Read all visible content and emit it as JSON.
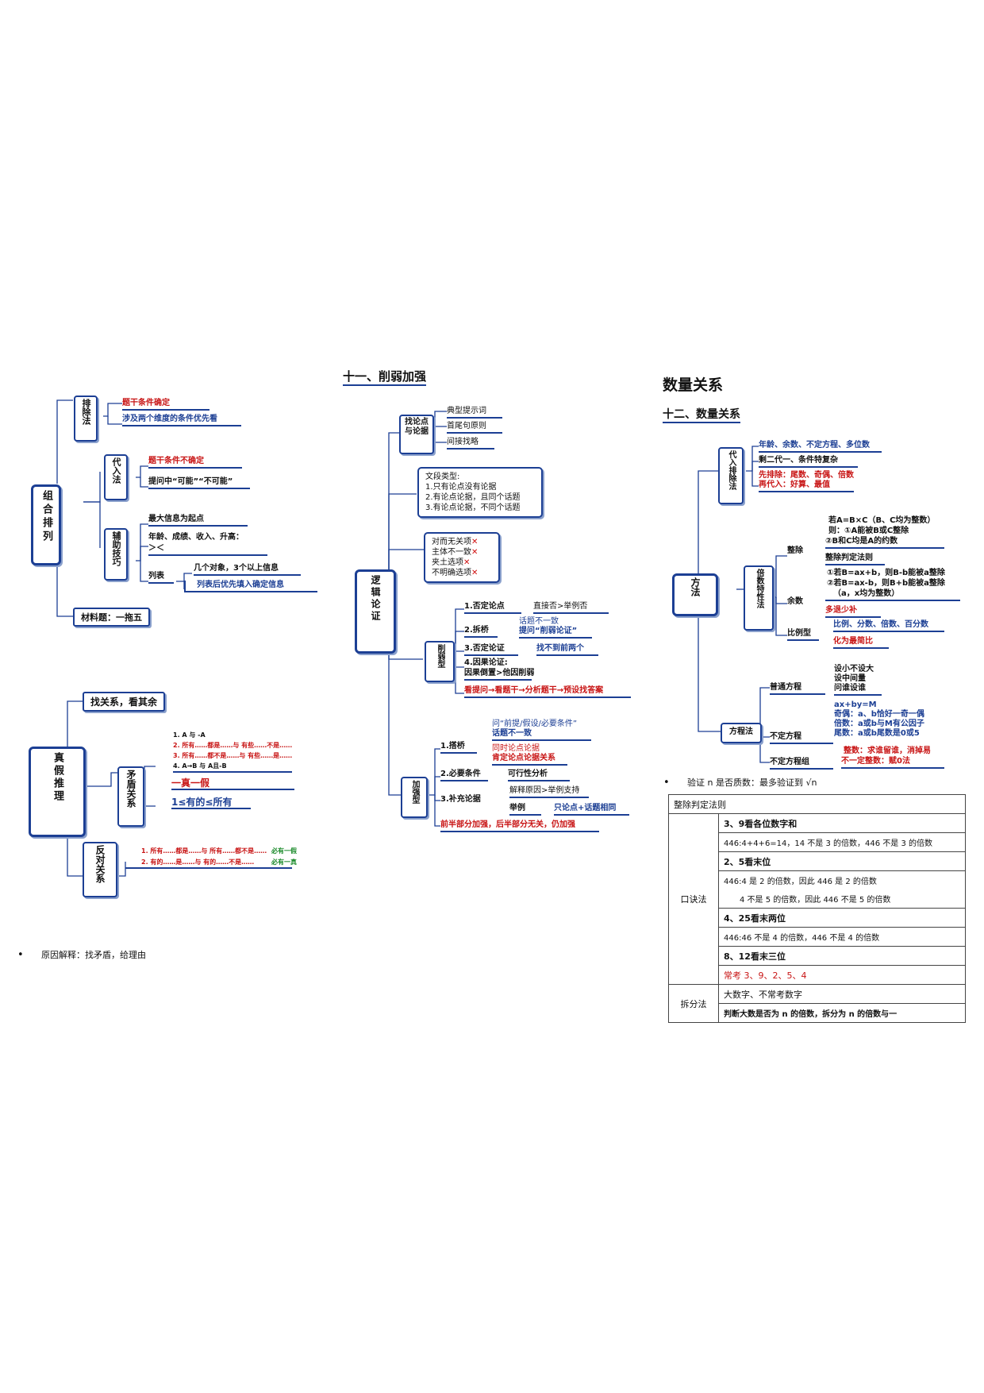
{
  "left": {
    "combo": {
      "root": "组合排列",
      "exclude": {
        "label": "排除法",
        "items": [
          "题干条件确定",
          "涉及两个维度的条件优先看"
        ]
      },
      "substitute": {
        "label": "代入法",
        "items": [
          "题干条件不确定",
          "提问中“可能”“不可能”"
        ]
      },
      "aux": {
        "label": "辅助技巧",
        "items": [
          "最大信息为起点",
          "年龄、成绩、收入、升高：",
          "＞＜"
        ],
        "list_label": "列表",
        "list_items": [
          "几个对象，3个以上信息",
          "列表后优先填入确定信息"
        ]
      },
      "material": "材料题：一拖五"
    },
    "truefalse": {
      "root": "真假推理",
      "find": "找关系，看其余",
      "contra": {
        "label": "矛盾关系",
        "items": [
          "1. A 与 -A",
          "2. 所有……都是……与 有些……不是……",
          "3. 所有……都不是……与 有些……是……",
          "4. A→B 与 A且-B"
        ],
        "rule": "一真一假",
        "rule2": "1≤有的≤所有"
      },
      "opp": {
        "label": "反对关系",
        "items": [
          "1. 所有……都是……与 所有……都不是……",
          "2. 有的……是……与 有的……不是……"
        ],
        "rules": [
          "必有一假",
          "必有一真"
        ]
      }
    },
    "note": "原因解释：找矛盾，给理由"
  },
  "middle": {
    "title": "十一、削弱加强",
    "root": "逻辑论证",
    "find": {
      "label": "找论点与论据",
      "items": [
        "典型提示词",
        "首尾句原则",
        "间接找略"
      ]
    },
    "types": [
      "文段类型:",
      "1.只有论点没有论据",
      "2.有论点论据，且同个话题",
      "3.有论点论据，不同个话题"
    ],
    "invalid": [
      "对而无关项",
      "主体不一致",
      "夹土选项",
      "不明确选项"
    ],
    "invalid_mark": "✕",
    "weaken": {
      "label": "削弱型",
      "items": [
        {
          "a": "1.否定论点",
          "b": "直接否>举例否"
        },
        {
          "a": "2.拆桥",
          "b1": "话题不一致",
          "b2": "提问“削弱论证”"
        },
        {
          "a": "3.否定论证",
          "b": "找不到前两个"
        },
        {
          "a": "4.因果论证:",
          "b": "因果倒置>他因削弱"
        }
      ],
      "flow": "看提问→看题干→分析题干→预设找答案"
    },
    "strengthen": {
      "label": "加强型",
      "items": [
        {
          "a": "1.搭桥",
          "b1": "问“前提/假设/必要条件”",
          "b2": "话题不一致",
          "c1": "同时论点论据",
          "c2": "肯定论点论据关系"
        },
        {
          "a": "2.必要条件",
          "b": "可行性分析"
        },
        {
          "a": "3.补充论据",
          "b1": "解释原因>举例支持",
          "b2": "举例",
          "c": "只论点+话题相同"
        }
      ],
      "flow": "前半部分加强，后半部分无关，仍加强"
    }
  },
  "right": {
    "title": "数量关系",
    "subtitle": "十二、数量关系",
    "root": "方法",
    "sub": {
      "label": "代入排除法",
      "items": [
        "年龄、余数、不定方程、多位数",
        "剩二代一、条件特复杂",
        "先排除：尾数、奇偶、倍数",
        "再代入：好算、最值"
      ]
    },
    "mult": {
      "label": "倍数特性法",
      "divide": {
        "label": "整除",
        "lines": [
          "若A=B×C（B、C均为整数）",
          "则：①A能被B或C整除",
          "②B和C均是A的约数"
        ],
        "sub": "整除判定法则"
      },
      "rem": {
        "label": "余数",
        "lines": [
          "①若B=ax+b，则B-b能被a整除",
          "②若B=ax-b，则B+b能被a整除",
          "（a，x均为整数）"
        ],
        "sub": "多退少补"
      },
      "ratio": {
        "label": "比例型",
        "items": [
          "比例、分数、倍数、百分数",
          "化为最简比"
        ]
      }
    },
    "eq": {
      "label": "方程法",
      "normal": {
        "label": "普通方程",
        "lines": [
          "设小不设大",
          "设中间量",
          "问谁设谁"
        ]
      },
      "indef": {
        "label": "不定方程",
        "lines": [
          "ax+by=M",
          "奇偶：a、b恰好一奇一偶",
          "倍数：a或b与M有公因子",
          "尾数：a或b尾数是0或5"
        ]
      },
      "group": {
        "label": "不定方程组",
        "lines": [
          "整数：求谁留谁，消掉易",
          "不一定整数：赋0法"
        ]
      }
    },
    "note": "验证 n 是否质数：最多验证到 √n",
    "table": {
      "header": "整除判定法则",
      "oral_label": "口诀法",
      "oral_rows": [
        {
          "text": "3、9看各位数字和",
          "bold": true
        },
        {
          "text": "446:4+4+6=14，14 不是 3 的倍数，446 不是 3 的倍数",
          "bold": false
        },
        {
          "text": "2、5看末位",
          "bold": true
        },
        {
          "text": "446:4 是 2 的倍数，因此 446 是 2 的倍数",
          "bold": false
        },
        {
          "text": "4 不是 5 的倍数，因此 446 不是 5 的倍数",
          "bold": false
        },
        {
          "text": "4、25看末两位",
          "bold": true
        },
        {
          "text": "446:46 不是 4 的倍数，446 不是 4 的倍数",
          "bold": false
        },
        {
          "text": "8、12看末三位",
          "bold": true
        },
        {
          "text": "常考 3、9、2、5、4",
          "bold": false,
          "red": true
        }
      ],
      "split_label": "拆分法",
      "split_rows": [
        {
          "text": "大数字、不常考数字",
          "bold": false
        },
        {
          "text": "判断大数是否为 n 的倍数，拆分为 n 的倍数与一",
          "bold": true
        }
      ]
    }
  },
  "colors": {
    "accent": "#1c3f94",
    "red": "#c81414",
    "green": "#1a8a2a"
  }
}
